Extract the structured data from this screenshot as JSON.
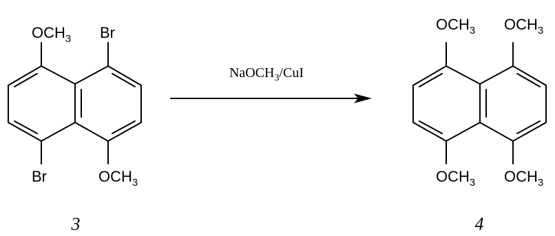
{
  "reaction": {
    "reactant": {
      "number": "3",
      "top_left_group": "OCH",
      "top_left_sub": "3",
      "top_right_group": "Br",
      "bottom_left_group": "Br",
      "bottom_right_group": "OCH",
      "bottom_right_sub": "3"
    },
    "conditions": {
      "reagent_prefix": "NaOCH",
      "reagent_sub": "3",
      "reagent_suffix": "/CuI"
    },
    "product": {
      "number": "4",
      "top_left_group": "OCH",
      "top_left_sub": "3",
      "top_right_group": "OCH",
      "top_right_sub": "3",
      "bottom_left_group": "OCH",
      "bottom_left_sub": "3",
      "bottom_right_group": "OCH",
      "bottom_right_sub": "3"
    }
  }
}
